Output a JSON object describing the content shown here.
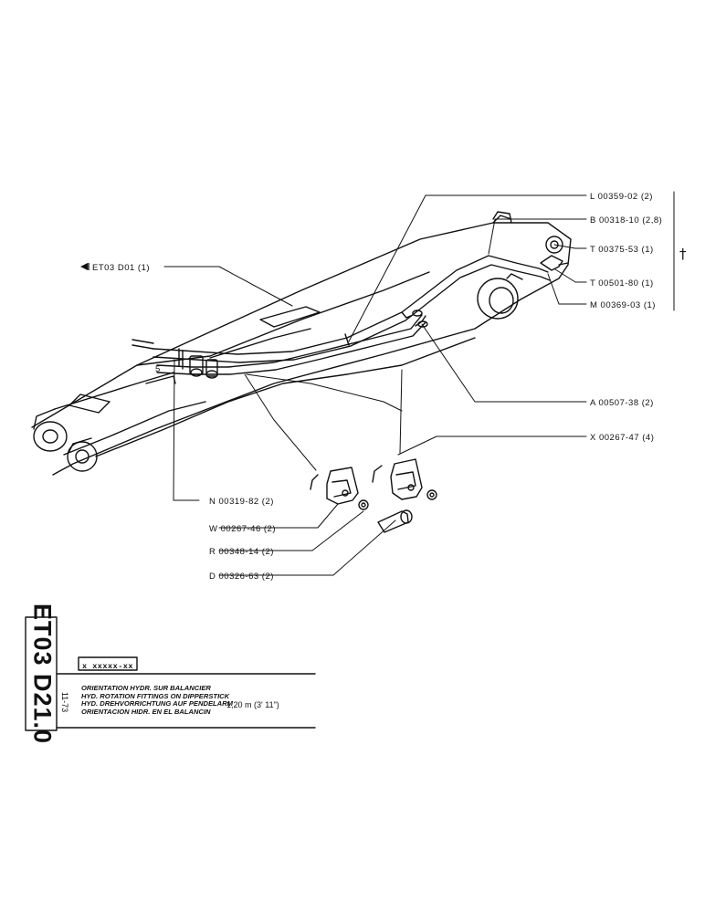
{
  "diagram": {
    "ref_label": "ET03 D01 (1)",
    "dagger_symbol": "†",
    "callouts": {
      "l": "L 00359-02 (2)",
      "b": "B 00318-10 (2,8)",
      "t1": "T 00375-53 (1)",
      "t2": "T 00501-80 (1)",
      "m": "M 00369-03 (1)",
      "a": "A 00507-38 (2)",
      "x": "X 00267-47 (4)",
      "n": "N 00319-82 (2)",
      "w": "W 00267-46 (2)",
      "r": "R 00348-14 (2)",
      "d": "D 00326-63 (2)"
    }
  },
  "title_block": {
    "code": "ET03 D21.0",
    "date": "11-73",
    "part_box": "x xxxxx-xx",
    "titles": [
      "ORIENTATION HYDR. SUR BALANCIER",
      "HYD. ROTATION FITTINGS ON DIPPERSTICK",
      "HYD. DREHVORRICHTUNG AUF PENDELARM",
      "ORIENTACION HIDR. EN EL BALANCIN"
    ],
    "size": "1,20 m (3' 11\")"
  }
}
